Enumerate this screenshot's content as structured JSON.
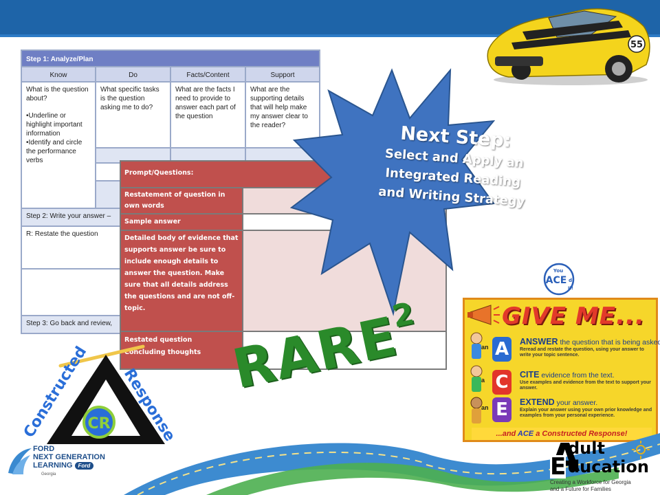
{
  "step_table": {
    "step1_title": "Step 1: Analyze/Plan",
    "columns": [
      "Know",
      "Do",
      "Facts/Content",
      "Support"
    ],
    "know_question": "What is the question about?",
    "know_bullet1": "Underline or highlight important information",
    "know_bullet2": "Identify and circle the performance verbs",
    "do_text": "What specific tasks is the question asking me to do?",
    "facts_text": "What are the facts I need to provide to answer each part of the question",
    "support_text": "What are the supporting details that will help make my answer clear to the reader?",
    "step2_title": "Step 2: Write your answer –",
    "restate_label": "R: Restate the question",
    "step3_title": "Step 3: Go back and review,"
  },
  "prompt_table": {
    "prompt_label": "Prompt/Questions:",
    "restatement_label": "Restatement of question in own words",
    "sample_label": "Sample answer",
    "evidence_label": "Detailed body of evidence that supports answer be sure to include enough details to answer the question. Make sure that all details address the questions and are not off-topic.",
    "restated_label": "Restated question",
    "concluding_label": "Concluding thoughts"
  },
  "burst": {
    "title": "Next Step:",
    "body": "Select and Apply an Integrated Reading and Writing Strategy"
  },
  "rare": {
    "text": "RARE",
    "exponent": "2"
  },
  "cr_logo": {
    "left": "Constructed",
    "right": "Response",
    "badge": "CR"
  },
  "ace_sticker": {
    "line1": "You",
    "line2": "ACE",
    "line3": "d",
    "line4": "It!"
  },
  "poster": {
    "heading": "GIVE ME...",
    "rows": [
      {
        "article": "an",
        "letter": "A",
        "head_strong": "ANSWER",
        "head_rest": " the question that is being asked.",
        "desc": "Reread and restate the question, using your answer to write your topic sentence.",
        "color": "#2a6bd1"
      },
      {
        "article": "a",
        "letter": "C",
        "head_strong": "CITE",
        "head_rest": " evidence from the text.",
        "desc": "Use examples and evidence from the text to support your answer.",
        "color": "#e2352a"
      },
      {
        "article": "an",
        "letter": "E",
        "head_strong": "EXTEND",
        "head_rest": " your answer.",
        "desc": "Explain your answer using your own prior knowledge and examples from your personal experience.",
        "color": "#7a3ab8"
      }
    ],
    "footer_pre": "...and ",
    "footer_strong": "ACE",
    "footer_post": " a Constructed Response!"
  },
  "ford": {
    "line1": "FORD",
    "line2": "NEXT GENERATION",
    "line3": "LEARNING",
    "badge": "Ford",
    "state": "Georgia"
  },
  "adult_ed": {
    "word1_initial": "A",
    "word1_rest": "dult",
    "word2_initial": "E",
    "word2_rest": "ducation",
    "tagline1": "Creating a Workforce for Georgia",
    "tagline2": "and a Future for Families"
  },
  "car": {
    "number": "55"
  },
  "colors": {
    "header_blue": "#1e64a8",
    "table_red": "#c0504d",
    "burst_blue": "#3f73c0",
    "rare_green": "#2a8a2a"
  }
}
